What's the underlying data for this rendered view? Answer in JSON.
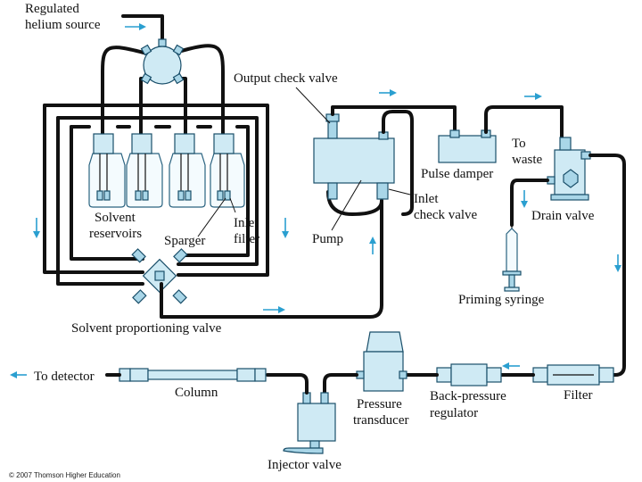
{
  "labels": {
    "helium_source_line1": "Regulated",
    "helium_source_line2": "helium source",
    "output_check_valve": "Output check valve",
    "to_waste_line1": "To",
    "to_waste_line2": "waste",
    "pulse_damper": "Pulse damper",
    "inlet_check_valve_line1": "Inlet",
    "inlet_check_valve_line2": "check valve",
    "drain_valve": "Drain valve",
    "solvent_reservoirs_line1": "Solvent",
    "solvent_reservoirs_line2": "reservoirs",
    "sparger": "Sparger",
    "inlet_filter_line1": "Inlet",
    "inlet_filter_line2": "filter",
    "pump": "Pump",
    "priming_syringe": "Priming syringe",
    "solvent_proportioning_valve": "Solvent proportioning valve",
    "to_detector": "To detector",
    "column": "Column",
    "pressure_transducer_line1": "Pressure",
    "pressure_transducer_line2": "transducer",
    "back_pressure_regulator_line1": "Back-pressure",
    "back_pressure_regulator_line2": "regulator",
    "filter": "Filter",
    "injector_valve": "Injector valve",
    "copyright": "© 2007 Thomson Higher Education"
  },
  "colors": {
    "tubing": "#111111",
    "component_fill": "#cfeaf4",
    "component_stroke": "#1a4f6a",
    "flow_arrow": "#2a9fd0"
  }
}
